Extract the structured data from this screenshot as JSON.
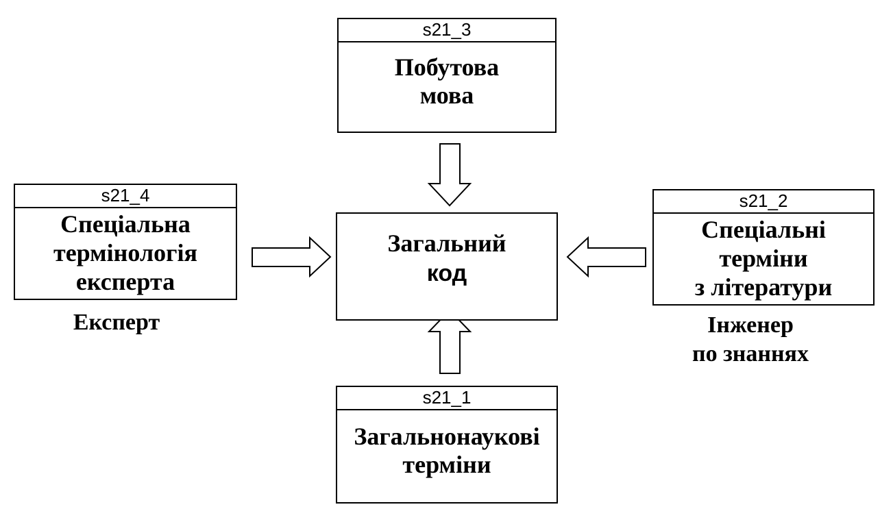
{
  "top_box": {
    "id": "s21_3",
    "lines": [
      "Побутова",
      "мова"
    ]
  },
  "left_box": {
    "id": "s21_4",
    "lines": [
      "Спеціальна",
      "термінологія",
      "експерта"
    ]
  },
  "right_box": {
    "id": "s21_2",
    "lines": [
      "Спеціальні",
      "терміни",
      "з літератури"
    ]
  },
  "bottom_box": {
    "id": "s21_1",
    "lines": [
      "Загальнонаукові",
      "терміни"
    ]
  },
  "center_box": {
    "lines": [
      "Загальний",
      "код"
    ]
  },
  "left_caption": {
    "lines": [
      "Експерт"
    ]
  },
  "right_caption": {
    "lines": [
      "Інженер",
      "по знаннях"
    ]
  }
}
